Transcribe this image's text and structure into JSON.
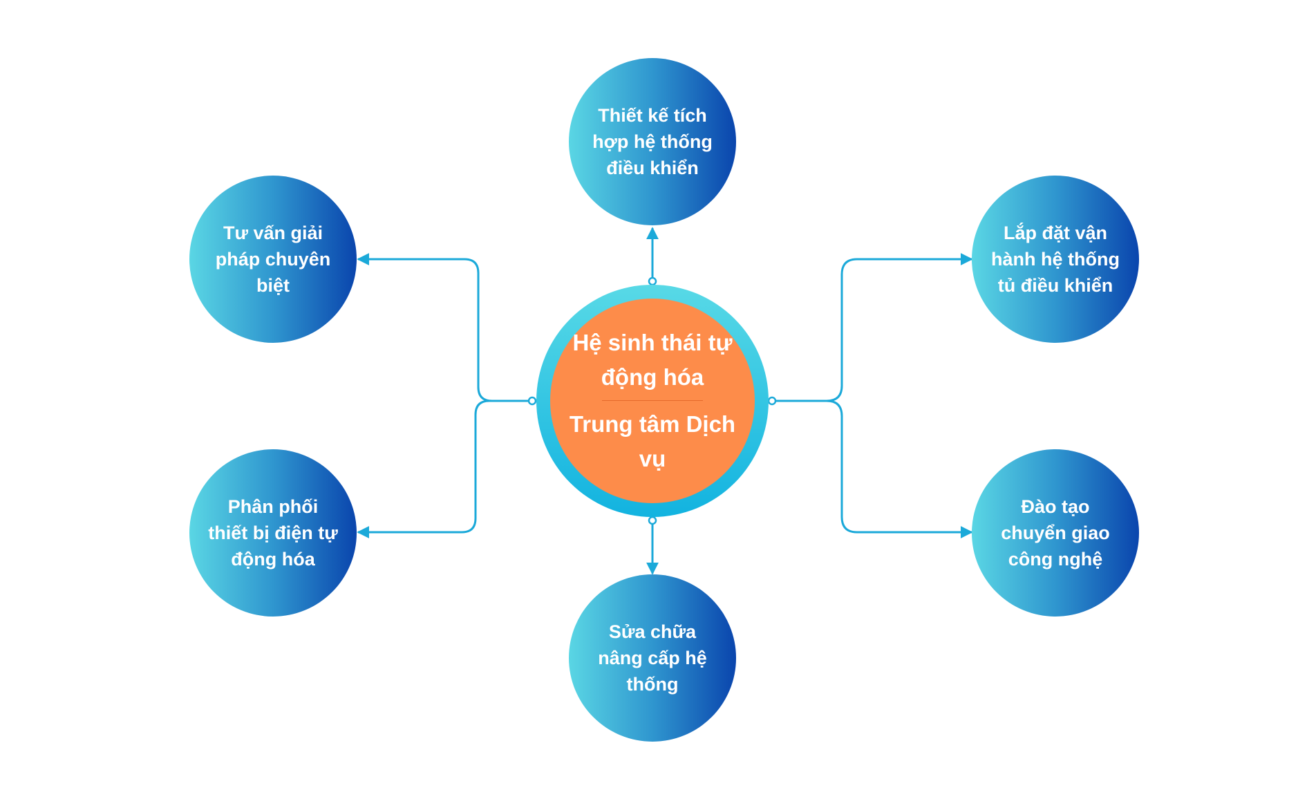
{
  "center": {
    "title": "Hệ sinh thái tự động hóa",
    "subtitle": "Trung tâm Dịch vụ"
  },
  "nodes": {
    "top": "Thiết kế tích hợp hệ thống điều khiển",
    "top_left": "Tư vấn giải pháp chuyên biệt",
    "top_right": "Lắp đặt vận hành hệ thống tủ điều khiển",
    "bottom_left": "Phân phối thiết bị điện tự động hóa",
    "bottom_right": "Đào tạo chuyển giao công nghệ",
    "bottom": "Sửa chữa nâng cấp hệ thống"
  },
  "colors": {
    "connector": "#1ba9d9",
    "center_fill": "#fd8c4a",
    "gradient_start": "#5ad6e4",
    "gradient_end": "#0a45ad"
  }
}
